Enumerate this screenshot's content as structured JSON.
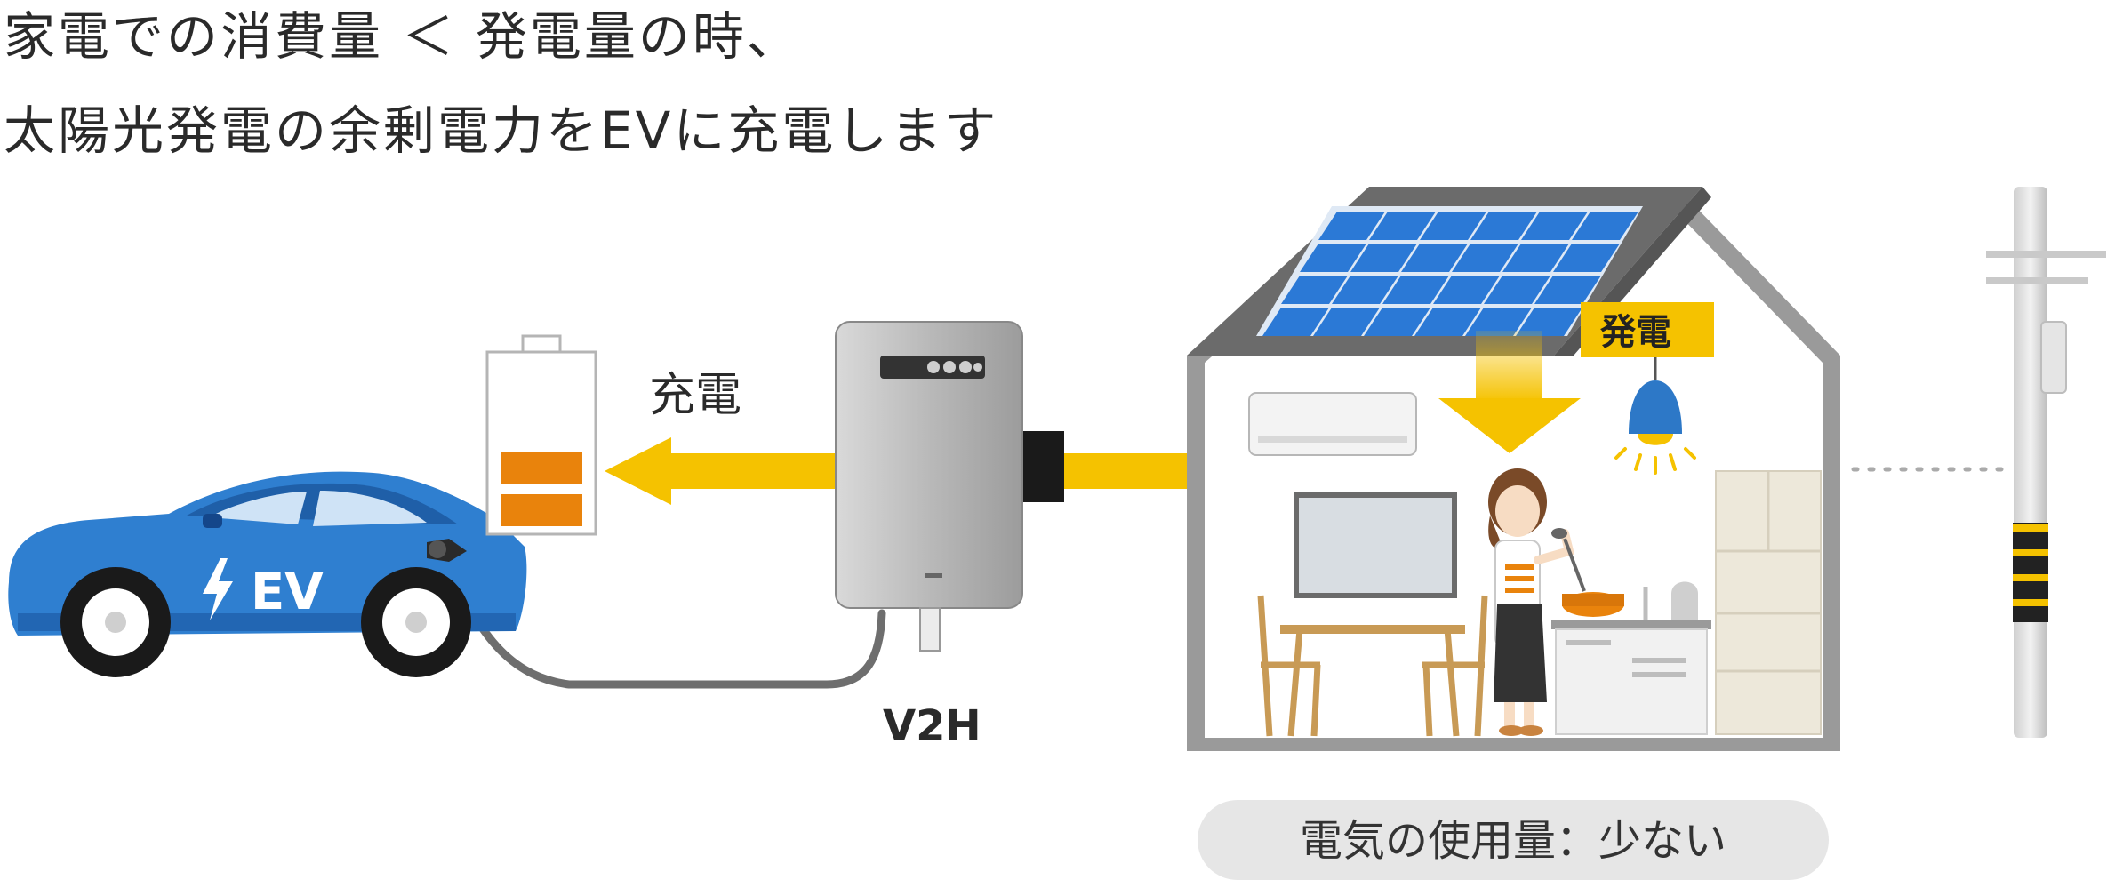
{
  "heading": {
    "line1": "家電での消費量 ＜ 発電量の時、",
    "line2": "太陽光発電の余剰電力をEVに充電します"
  },
  "labels": {
    "charge": "充電",
    "v2h": "V2H",
    "generation": "発電",
    "car_badge": "EV",
    "usage_status": "電気の使用量：少ない"
  },
  "colors": {
    "flow_arrow": "#f5c200",
    "battery_level": "#e9830c",
    "car_body": "#2f7fd0",
    "solar_panel": "#2b79d6",
    "house_wall": "#9a9a9a",
    "roof": "#6b6b6b",
    "status_pill": "#e6e6e6"
  },
  "icons": [
    "lightning-icon",
    "battery-icon",
    "solar-panel-icon",
    "lamp-icon"
  ],
  "battery": {
    "filled_bars": 2,
    "total_bars": 4
  }
}
